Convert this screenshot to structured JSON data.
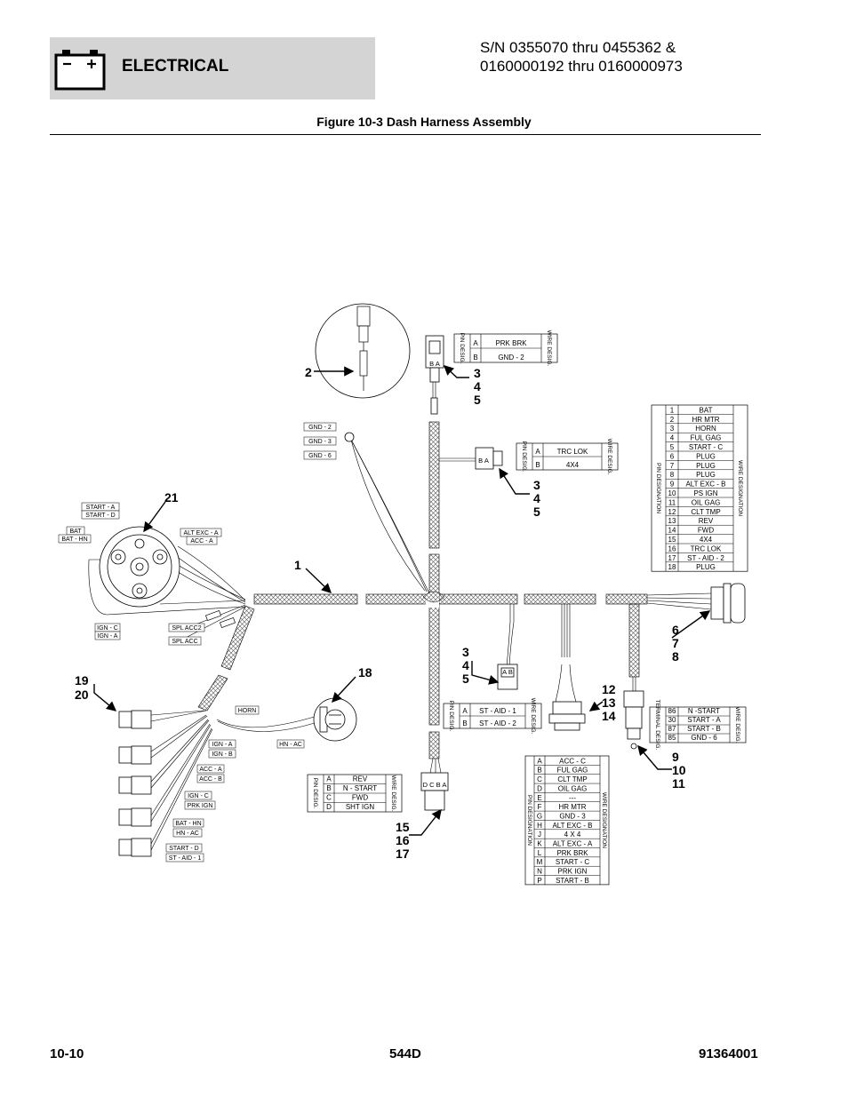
{
  "header": {
    "section": "ELECTRICAL",
    "serial_line1": "S/N 0355070 thru 0455362 &",
    "serial_line2": "0160000192 thru 0160000973",
    "figure_title": "Figure 10-3 Dash Harness Assembly"
  },
  "footer": {
    "page": "10-10",
    "model": "544D",
    "doc_number": "91364001"
  },
  "callouts": {
    "c1": "1",
    "c2": "2",
    "c18": "18",
    "c21": "21",
    "c19": "19",
    "c20": "20",
    "c3a": "3",
    "c4a": "4",
    "c5a": "5",
    "c3b": "3",
    "c4b": "4",
    "c5b": "5",
    "c3c": "3",
    "c4c": "4",
    "c5c": "5",
    "c6": "6",
    "c7": "7",
    "c8": "8",
    "c9": "9",
    "c10": "10",
    "c11": "11",
    "c12": "12",
    "c13": "13",
    "c14": "14",
    "c15": "15",
    "c16": "16",
    "c17": "17"
  },
  "wire_labels": {
    "gnd2": "GND - 2",
    "gnd3": "GND - 3",
    "gnd6": "GND - 6",
    "start_a": "START - A",
    "start_d": "START - D",
    "bat": "BAT",
    "bat_hn": "BAT - HN",
    "alt_exc_a": "ALT EXC - A",
    "acc_a": "ACC - A",
    "ign_c": "IGN - C",
    "ign_a": "IGN - A",
    "spl_acc2": "SPL ACC2",
    "spl_acc": "SPL ACC",
    "horn": "HORN",
    "hn_ac": "HN - AC",
    "g_ign_a": "IGN - A",
    "g_ign_b": "IGN - B",
    "g_acc_a": "ACC - A",
    "g_acc_b": "ACC - B",
    "g_ign_c": "IGN - C",
    "g_prk_ign": "PRK IGN",
    "g_bat_hn": "BAT - HN",
    "g_hn_ac": "HN - AC",
    "g_start_d": "START - D",
    "g_st_aid_1": "ST - AID - 1"
  },
  "connector_letters": {
    "top_ba": "B A",
    "trc_ba": "B A",
    "st_ba": "A B",
    "dcba": "D C B A"
  },
  "tables": {
    "pin_desig": "PIN DESIG.",
    "wire_desig": "WIRE DESIG.",
    "pin_designation": "PIN DESIGNATION",
    "wire_designation": "WIRE DESIGNATION",
    "terminal_desig": "TERMINAL DESIG.",
    "prk": [
      [
        "A",
        "PRK BRK"
      ],
      [
        "B",
        "GND - 2"
      ]
    ],
    "trc": [
      [
        "A",
        "TRC LOK"
      ],
      [
        "B",
        "4X4"
      ]
    ],
    "st_aid": [
      [
        "A",
        "ST - AID - 1"
      ],
      [
        "B",
        "ST - AID - 2"
      ]
    ],
    "fwd": [
      [
        "A",
        "REV"
      ],
      [
        "B",
        "N - START"
      ],
      [
        "C",
        "FWD"
      ],
      [
        "D",
        "SHT IGN"
      ]
    ],
    "relay": [
      [
        "86",
        "N -START"
      ],
      [
        "30",
        "START - A"
      ],
      [
        "87",
        "START - B"
      ],
      [
        "85",
        "GND - 6"
      ]
    ],
    "pin18": [
      [
        "1",
        "BAT"
      ],
      [
        "2",
        "HR MTR"
      ],
      [
        "3",
        "HORN"
      ],
      [
        "4",
        "FUL GAG"
      ],
      [
        "5",
        "START - C"
      ],
      [
        "6",
        "PLUG"
      ],
      [
        "7",
        "PLUG"
      ],
      [
        "8",
        "PLUG"
      ],
      [
        "9",
        "ALT EXC - B"
      ],
      [
        "10",
        "PS IGN"
      ],
      [
        "11",
        "OIL GAG"
      ],
      [
        "12",
        "CLT TMP"
      ],
      [
        "13",
        "REV"
      ],
      [
        "14",
        "FWD"
      ],
      [
        "15",
        "4X4"
      ],
      [
        "16",
        "TRC LOK"
      ],
      [
        "17",
        "ST - AID - 2"
      ],
      [
        "18",
        "PLUG"
      ]
    ],
    "pin14": [
      [
        "A",
        "ACC - C"
      ],
      [
        "B",
        "FUL GAG"
      ],
      [
        "C",
        "CLT TMP"
      ],
      [
        "D",
        "OIL GAG"
      ],
      [
        "E",
        "---"
      ],
      [
        "F",
        "HR MTR"
      ],
      [
        "G",
        "GND - 3"
      ],
      [
        "H",
        "ALT EXC - B"
      ],
      [
        "J",
        "4 X 4"
      ],
      [
        "K",
        "ALT EXC - A"
      ],
      [
        "L",
        "PRK BRK"
      ],
      [
        "M",
        "START - C"
      ],
      [
        "N",
        "PRK IGN"
      ],
      [
        "P",
        "START - B"
      ]
    ]
  },
  "icons": [
    "battery-icon"
  ]
}
